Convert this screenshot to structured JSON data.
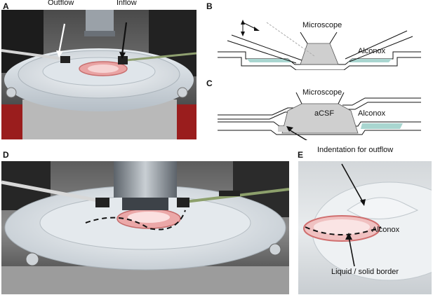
{
  "panels": {
    "a": {
      "letter": "A",
      "labels": {
        "outflow": "Outflow",
        "inflow": "Inflow"
      }
    },
    "b": {
      "letter": "B",
      "labels": {
        "microscope": "Microscope",
        "alconox": "Alconox"
      }
    },
    "c": {
      "letter": "C",
      "labels": {
        "microscope": "Microscope",
        "acsf": "aCSF",
        "alconox": "Alconox",
        "indentation": "Indentation for outflow"
      }
    },
    "d": {
      "letter": "D"
    },
    "e": {
      "letter": "E",
      "labels": {
        "alconox": "Alconox",
        "border": "Liquid / solid border"
      }
    }
  },
  "colors": {
    "alconox_fill": "#a9d6d0",
    "acsf_fill": "#cfcfcf",
    "dashed_border": "#111111",
    "liquid_pink": "#e98c8c"
  }
}
